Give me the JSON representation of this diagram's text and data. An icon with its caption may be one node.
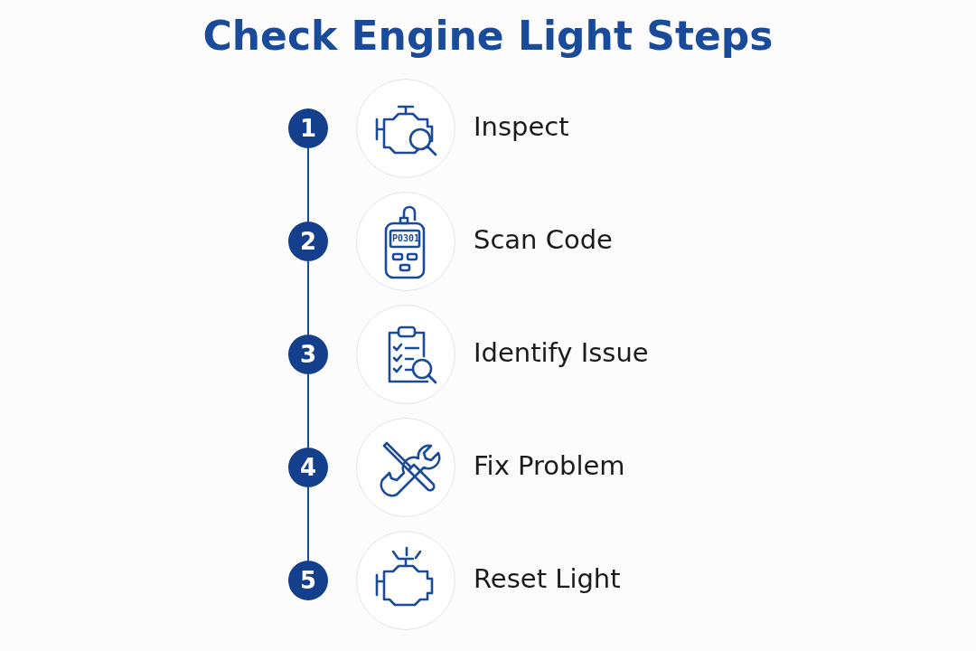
{
  "diagram": {
    "title": "Check Engine Light Steps",
    "nodes": [
      {
        "text": [
          "1"
        ]
      },
      {
        "text": [],
        "shape": "circle",
        "beside": [
          "Inspect"
        ]
      },
      {
        "text": [
          "2"
        ]
      },
      {
        "text": [],
        "shape": "circle",
        "beside": [
          "Scan Code"
        ]
      },
      {
        "text": [
          "3"
        ]
      },
      {
        "text": [],
        "shape": "circle",
        "beside": [
          "Identify Issue"
        ]
      },
      {
        "text": [
          "4"
        ]
      },
      {
        "text": [],
        "shape": "circle",
        "beside": [
          "Fix Problem"
        ]
      },
      {
        "text": [
          "5"
        ]
      },
      {
        "text": [],
        "shape": "circle",
        "beside": [
          "Reset Light"
        ]
      }
    ],
    "edges": [
      {
        "from": 0,
        "to": 2,
        "arrow": "none"
      },
      {
        "from": 2,
        "to": 4,
        "arrow": "none"
      },
      {
        "from": 4,
        "to": 6,
        "arrow": "none"
      },
      {
        "from": 6,
        "to": 8,
        "arrow": "none"
      }
    ],
    "labels": [
      "P0301"
    ]
  }
}
